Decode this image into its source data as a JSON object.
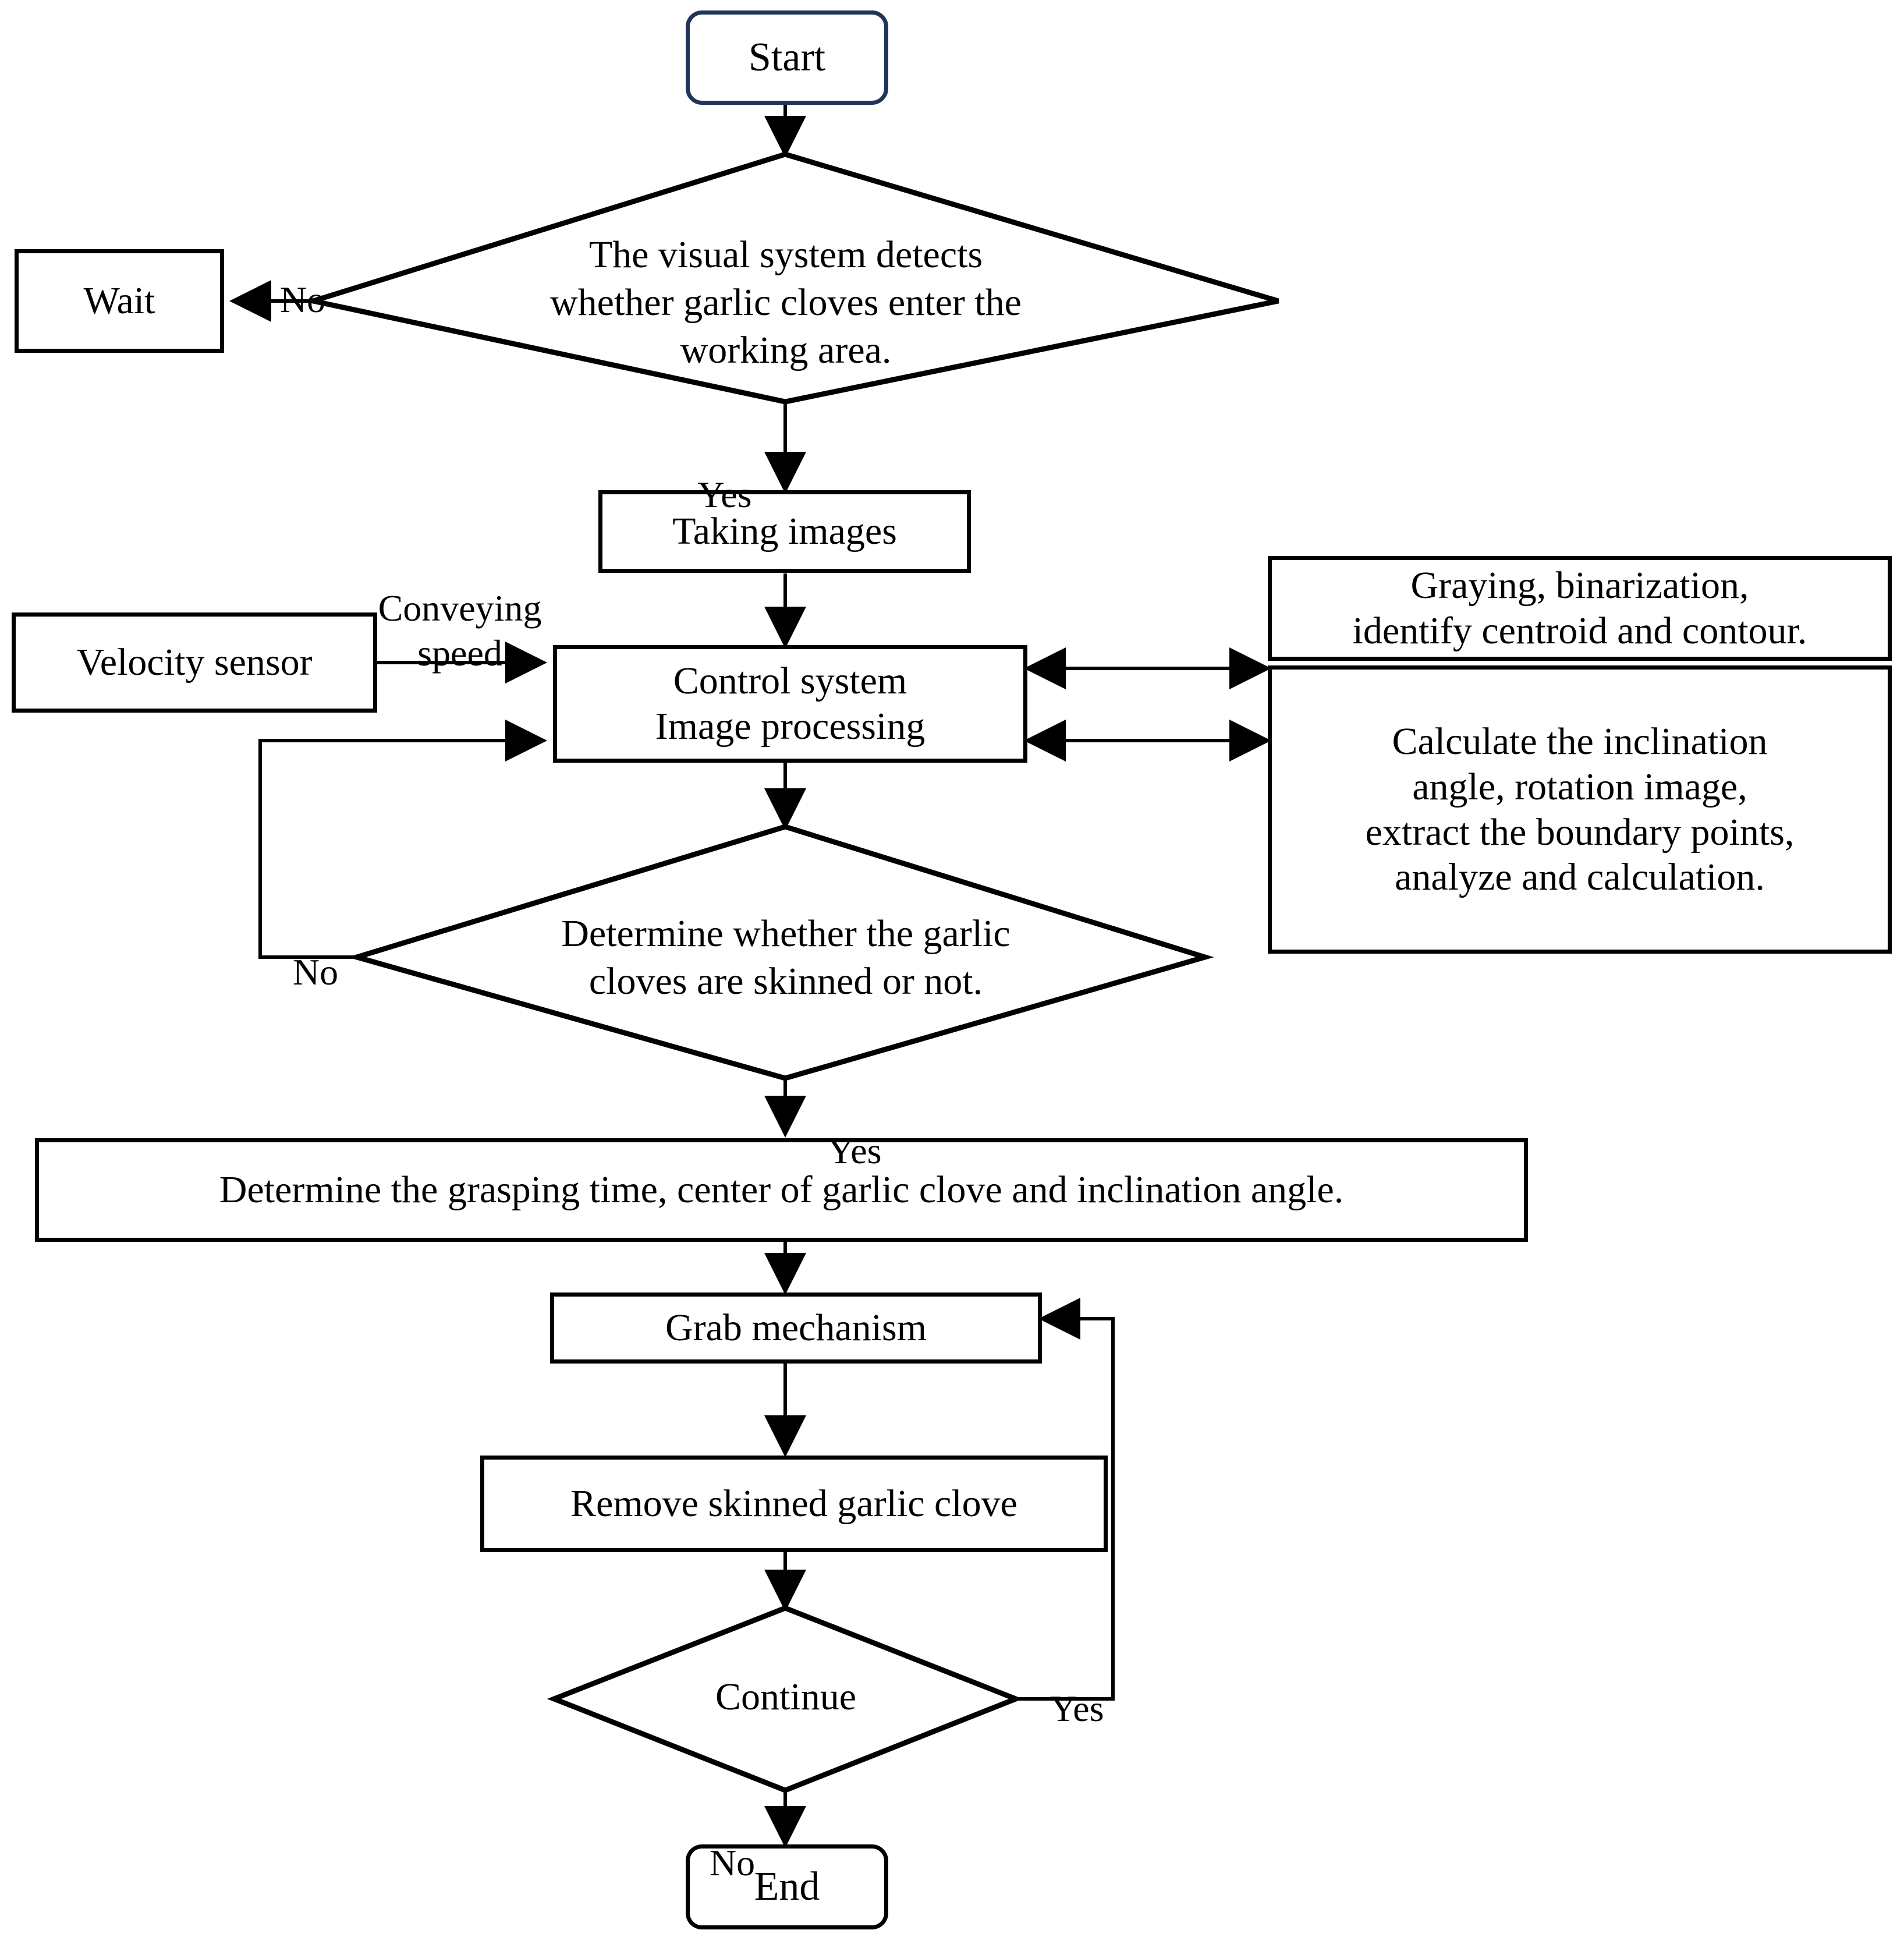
{
  "diagram": {
    "title": "Garlic clove peeling machine vision control flowchart",
    "colors": {
      "start_border": "#22335c",
      "shape_border": "#000000",
      "line": "#000000",
      "background": "#ffffff",
      "text": "#000000"
    }
  },
  "nodes": {
    "start": {
      "label": "Start",
      "shape": "terminator"
    },
    "detect_decision": {
      "label": "The visual system detects\nwhether garlic  cloves enter the\nworking area.",
      "shape": "diamond"
    },
    "wait": {
      "label": "Wait",
      "shape": "rectangle"
    },
    "taking_images": {
      "label": "Taking  images",
      "shape": "rectangle"
    },
    "velocity_sensor": {
      "label": "Velocity sensor",
      "shape": "rectangle"
    },
    "control_system": {
      "label": "Control system\nImage processing",
      "shape": "rectangle"
    },
    "graying": {
      "label": "Graying, binarization,\nidentify centroid and contour.",
      "shape": "rectangle"
    },
    "calculate": {
      "label": "Calculate the inclination\nangle, rotation image,\nextract the boundary points,\nanalyze and calculation.",
      "shape": "rectangle"
    },
    "skinned_decision": {
      "label": "Determine whether the garlic\ncloves are skinned or not.",
      "shape": "diamond"
    },
    "grasping": {
      "label": "Determine the grasping time, center of garlic clove and inclination  angle.",
      "shape": "rectangle"
    },
    "grab_mechanism": {
      "label": "Grab mechanism",
      "shape": "rectangle"
    },
    "remove_clove": {
      "label": "Remove skinned garlic  clove",
      "shape": "rectangle"
    },
    "continue_decision": {
      "label": "Continue",
      "shape": "diamond"
    },
    "end": {
      "label": "End",
      "shape": "terminator"
    }
  },
  "edge_labels": {
    "detect_no": "No",
    "detect_yes": "Yes",
    "conveying_speed": "Conveying\nspeed",
    "skinned_no": "No",
    "skinned_yes": "Yes",
    "continue_yes": "Yes",
    "continue_no": "No"
  }
}
